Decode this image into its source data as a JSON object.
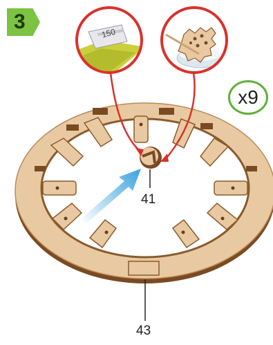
{
  "step": {
    "number": "3"
  },
  "quantity": {
    "label": "x9"
  },
  "parts": {
    "small_piece": {
      "label": "41"
    },
    "ring": {
      "label": "43"
    }
  },
  "callouts": {
    "sandpaper": {
      "grit": "150",
      "icon": "sandpaper-icon"
    },
    "glue": {
      "icon": "glue-applicator-icon"
    }
  },
  "colors": {
    "wood": "#e9c9a1",
    "wood_edge": "#7a4a22",
    "callout_ring": "#d9312c",
    "arrow": "#3aa2de",
    "step_badge": "#7cc243",
    "count_ring": "#5fae3a",
    "sandpaper": "#c9d03b"
  }
}
